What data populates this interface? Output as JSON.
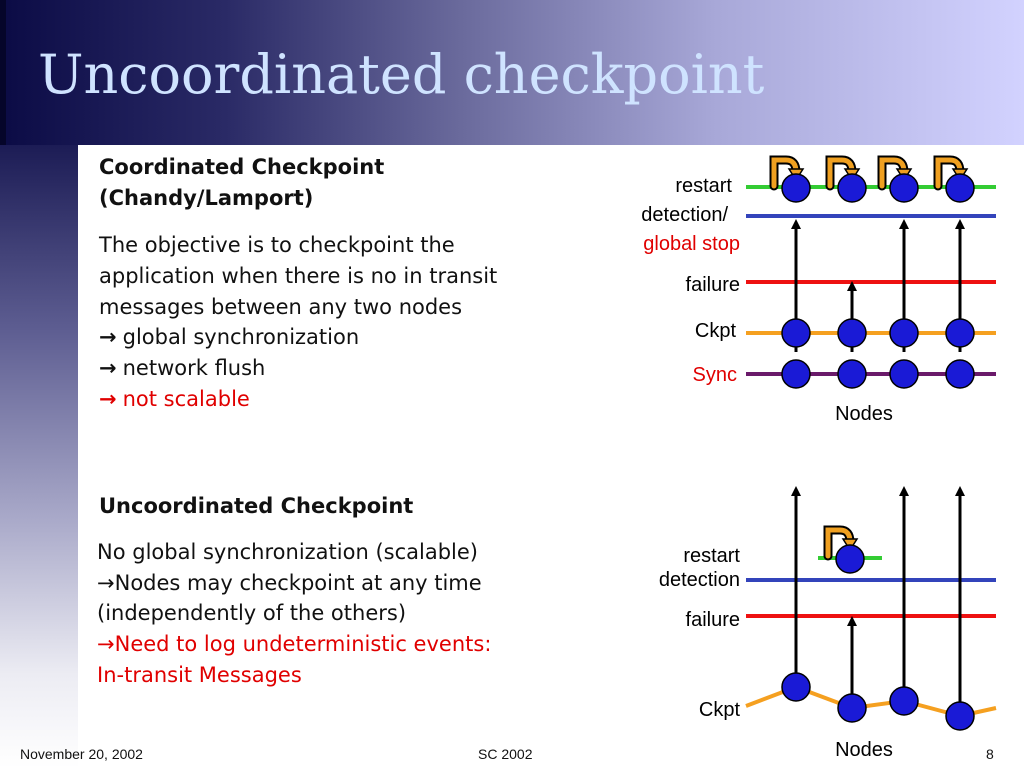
{
  "slide": {
    "title": "Uncoordinated checkpoint"
  },
  "coordinated": {
    "heading_line1": "Coordinated Checkpoint",
    "heading_line2": "(Chandy/Lamport)",
    "body_lines": [
      "The objective is to checkpoint the",
      "application when there is no in transit",
      "messages between any two nodes"
    ],
    "arrow_glyph": "→",
    "bullets": [
      "global synchronization",
      "network flush",
      "not scalable"
    ],
    "diagram": {
      "labels": {
        "restart": "restart",
        "detection": "detection/",
        "global_stop": "global stop",
        "failure": "failure",
        "ckpt": "Ckpt",
        "sync": "Sync",
        "nodes": "Nodes"
      }
    }
  },
  "uncoordinated": {
    "heading": "Uncoordinated Checkpoint",
    "line1": "No global synchronization (scalable)",
    "line2": "Nodes may checkpoint at any time",
    "line3": "(independently of the others)",
    "line4": "Need to log undeterministic events:",
    "line5": "In-transit Messages",
    "arrow_glyph": "→",
    "diagram": {
      "labels": {
        "restart": "restart",
        "detection": "detection",
        "failure": "failure",
        "ckpt": "Ckpt",
        "nodes": "Nodes"
      }
    }
  },
  "footer": {
    "date": "November 20, 2002",
    "conference": "SC 2002",
    "page": "8"
  },
  "colors": {
    "restart_line": "#33cc33",
    "detection_line": "#3344bb",
    "failure_line": "#ee1111",
    "ckpt_line": "#f5a020",
    "sync_line": "#6a1a6a",
    "node_fill": "#1a1ad6",
    "restart_icon": "#f0a020",
    "accent_red": "#e00000"
  }
}
